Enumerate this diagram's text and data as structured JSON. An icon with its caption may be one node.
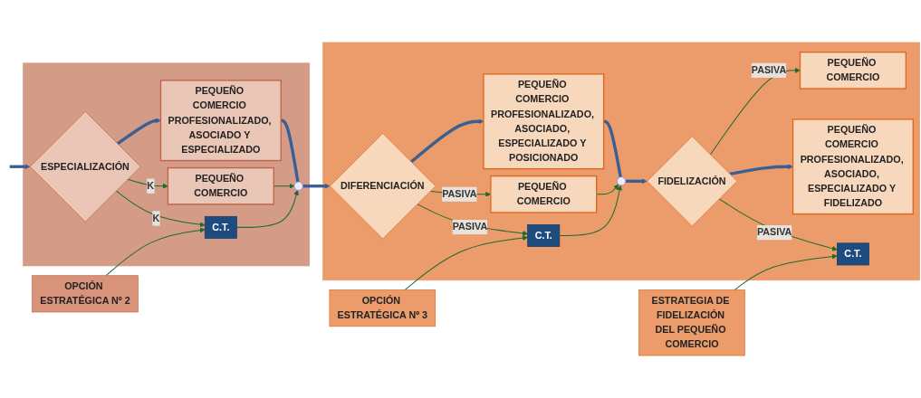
{
  "diagram": {
    "nodes": [
      {
        "text": [],
        "shape": "box"
      },
      {
        "text": [
          "PEQUEÑO COMERCIO"
        ],
        "in": 0
      },
      {
        "text": [
          "ESPECIALIZACIÓN"
        ],
        "in": 0
      },
      {
        "text": [
          "PEQUEÑO COMERCIO PROFESIONALIZADO, ASOCIADO Y ESPECIALIZADO"
        ],
        "in": 0
      },
      {
        "text": [
          "C.T."
        ],
        "in": 0
      },
      {
        "text": [],
        "shape": "circle",
        "in": 0
      },
      {
        "text": [],
        "shape": "box"
      },
      {
        "text": [
          "PEQUEÑO COMERCIO"
        ],
        "in": 6
      },
      {
        "text": [
          "DIFERENCIACIÓN"
        ],
        "in": 6
      },
      {
        "text": [
          "PEQUEÑO COMERCIO PROFESIONALIZADO, ASOCIADO, ESPECIALIZADO Y POSICIONADO"
        ],
        "in": 6
      },
      {
        "text": [
          "C.T."
        ],
        "in": 6
      },
      {
        "text": [],
        "shape": "circle",
        "in": 6
      },
      {
        "text": [
          "PEQUEÑO COMERCIO"
        ],
        "in": 6
      },
      {
        "text": [
          "FIDELIZACIÓN"
        ],
        "in": 6
      },
      {
        "text": [
          "PEQUEÑO COMERCIO PROFESIONALIZADO, ASOCIADO, ESPECIALIZADO Y FIDELIZADO"
        ],
        "in": 6
      },
      {
        "text": [
          "C.T."
        ],
        "in": 6
      },
      {
        "text": [
          "OPCIÓN ESTRATÉGICA Nº 2"
        ]
      },
      {
        "text": [
          "OPCIÓN ESTRATÉGICA Nº 3"
        ]
      },
      {
        "text": [
          "ESTRATEGIA DE FIDELIZACIÓN DEL PEQUEÑO COMERCIO"
        ]
      }
    ],
    "edges": [
      {
        "from": null,
        "to": 2,
        "arrow": "to",
        "style": "thick",
        "color": "#3a5f95"
      },
      {
        "from": 2,
        "to": 1,
        "arrow": "to",
        "label": "K"
      },
      {
        "from": 2,
        "to": 4,
        "arrow": "to",
        "label": "K"
      },
      {
        "from": 2,
        "to": 3,
        "arrow": "to",
        "style": "thick",
        "color": "#3a5f95"
      },
      {
        "from": 3,
        "to": 5,
        "arrow": "none",
        "style": "thick",
        "color": "#3a5f95"
      },
      {
        "from": 1,
        "to": 5,
        "arrow": "to"
      },
      {
        "from": 4,
        "to": 5,
        "arrow": "to"
      },
      {
        "from": 5,
        "to": 8,
        "arrow": "to",
        "style": "thick",
        "color": "#3a5f95"
      },
      {
        "from": 8,
        "to": 7,
        "arrow": "to",
        "label": "PASIVA"
      },
      {
        "from": 8,
        "to": 10,
        "arrow": "to",
        "label": "PASIVA"
      },
      {
        "from": 8,
        "to": 9,
        "arrow": "to",
        "style": "thick",
        "color": "#3a5f95"
      },
      {
        "from": 9,
        "to": 11,
        "arrow": "none",
        "style": "thick",
        "color": "#3a5f95"
      },
      {
        "from": 7,
        "to": 11,
        "arrow": "to"
      },
      {
        "from": 10,
        "to": 11,
        "arrow": "to"
      },
      {
        "from": 11,
        "to": 13,
        "arrow": "to",
        "style": "thick",
        "color": "#3a5f95"
      },
      {
        "from": 13,
        "to": 12,
        "arrow": "to",
        "label": "PASIVA"
      },
      {
        "from": 13,
        "to": 15,
        "arrow": "to",
        "label": "PASIVA"
      },
      {
        "from": 13,
        "to": 14,
        "arrow": "to",
        "style": "thick",
        "color": "#3a5f95"
      },
      {
        "from": 16,
        "to": 4,
        "arrow": "to"
      },
      {
        "from": 17,
        "to": 10,
        "arrow": "to"
      },
      {
        "from": 18,
        "to": 15,
        "arrow": "to"
      }
    ]
  }
}
